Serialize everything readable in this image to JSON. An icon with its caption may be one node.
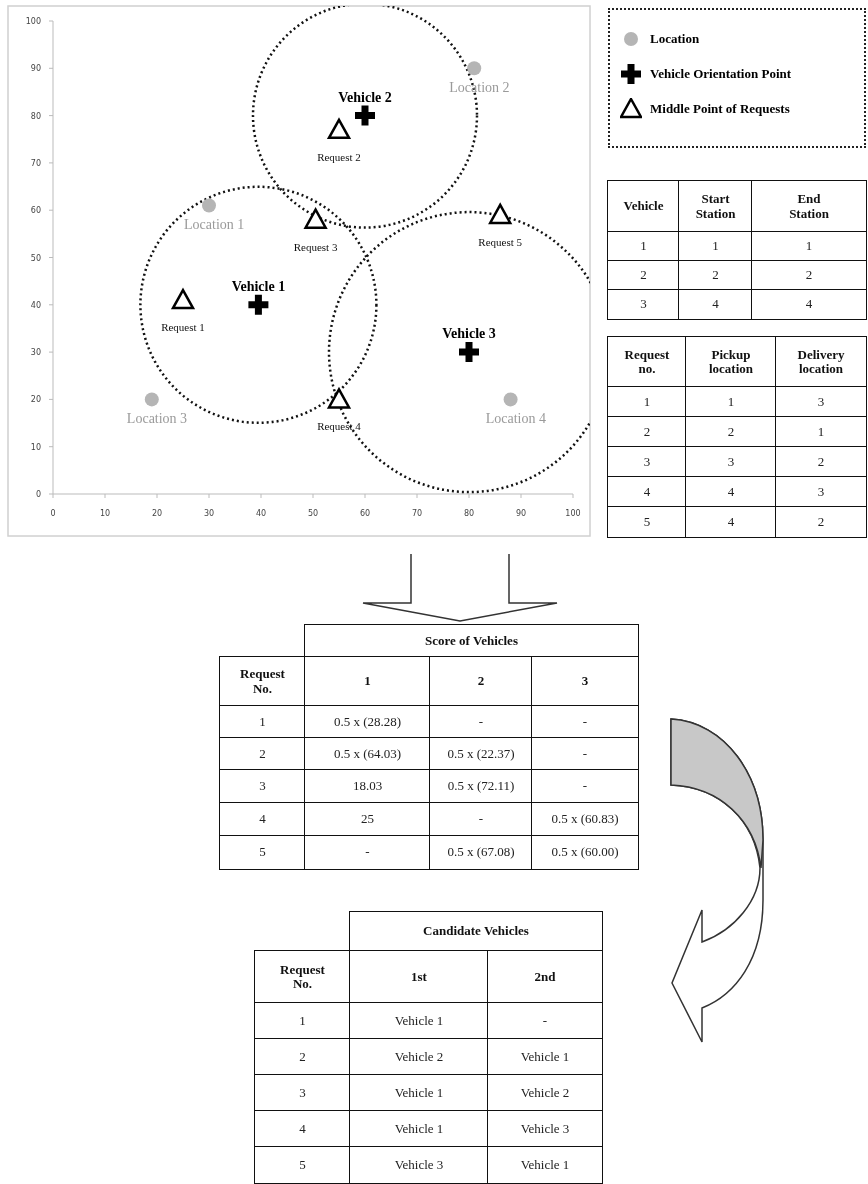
{
  "diagram": {
    "nodes": [
      {
        "text": [
          "Vehicle",
          "Start Station",
          "End Station",
          "1",
          "1",
          "1",
          "2",
          "2",
          "2",
          "3",
          "4",
          "4"
        ]
      },
      {
        "text": [
          "Request no.",
          "Pickup location",
          "Delivery location",
          "1",
          "1",
          "3",
          "2",
          "2",
          "1",
          "3",
          "3",
          "2",
          "4",
          "4",
          "3",
          "5",
          "4",
          "2"
        ]
      },
      {
        "text": [
          "Score of Vehicles",
          "Request No.",
          "1",
          "2",
          "3",
          "1",
          "0.5 x (28.28)",
          "-",
          "-",
          "2",
          "0.5 x (64.03)",
          "0.5 x (22.37)",
          "-",
          "3",
          "18.03",
          "0.5 x (72.11)",
          "-",
          "4",
          "25",
          "-",
          "0.5 x (60.83)",
          "5",
          "-",
          "0.5 x (67.08)",
          "0.5 x (60.00)"
        ]
      },
      {
        "text": [
          "Candidate Vehicles",
          "Request No.",
          "1st",
          "2nd",
          "1",
          "Vehicle 1",
          "-",
          "2",
          "Vehicle 2",
          "Vehicle 1",
          "3",
          "Vehicle 1",
          "Vehicle 2",
          "4",
          "Vehicle 1",
          "Vehicle 3",
          "5",
          "Vehicle 3",
          "Vehicle 1"
        ]
      }
    ],
    "edges": [
      {
        "from": null,
        "to": 2,
        "arrow": "to"
      },
      {
        "from": 2,
        "to": 3,
        "arrow": "to"
      }
    ],
    "chart_data": {
      "type": "scatter",
      "xlim": [
        0,
        100
      ],
      "ylim": [
        0,
        100
      ],
      "legend": "right",
      "xticks": [
        0,
        10,
        20,
        30,
        40,
        50,
        60,
        70,
        80,
        90,
        100
      ],
      "yticks": [
        0,
        10,
        20,
        30,
        40,
        50,
        60,
        70,
        80,
        90,
        100
      ],
      "series": [
        {
          "name": "Location",
          "color": "#b5b5b5",
          "x": [
            30,
            81,
            19,
            88
          ],
          "values": [
            61,
            90,
            20,
            20
          ]
        },
        {
          "name": "Vehicle Orientation Point",
          "color": "#000000",
          "x": [
            39.5,
            60,
            80
          ],
          "values": [
            40,
            80,
            30
          ]
        },
        {
          "name": "Middle Point of Requests",
          "color": "#000000",
          "x": [
            25,
            55,
            50.5,
            55,
            86
          ],
          "values": [
            41,
            77,
            58,
            20,
            59
          ]
        }
      ],
      "annotations": [
        {
          "x": 30,
          "y": 61,
          "text": "Location 1"
        },
        {
          "x": 81,
          "y": 90,
          "text": "Location 2"
        },
        {
          "x": 19,
          "y": 20,
          "text": "Location 3"
        },
        {
          "x": 88,
          "y": 20,
          "text": "Location 4"
        },
        {
          "x": 39.5,
          "y": 40,
          "text": "Vehicle 1"
        },
        {
          "x": 60,
          "y": 80,
          "text": "Vehicle 2"
        },
        {
          "x": 80,
          "y": 30,
          "text": "Vehicle 3"
        },
        {
          "x": 25,
          "y": 41,
          "text": "Request 1"
        },
        {
          "x": 55,
          "y": 77,
          "text": "Request 2"
        },
        {
          "x": 50.5,
          "y": 58,
          "text": "Request 3"
        },
        {
          "x": 55,
          "y": 20,
          "text": "Request 4"
        },
        {
          "x": 86,
          "y": 59,
          "text": "Request 5"
        }
      ]
    }
  }
}
